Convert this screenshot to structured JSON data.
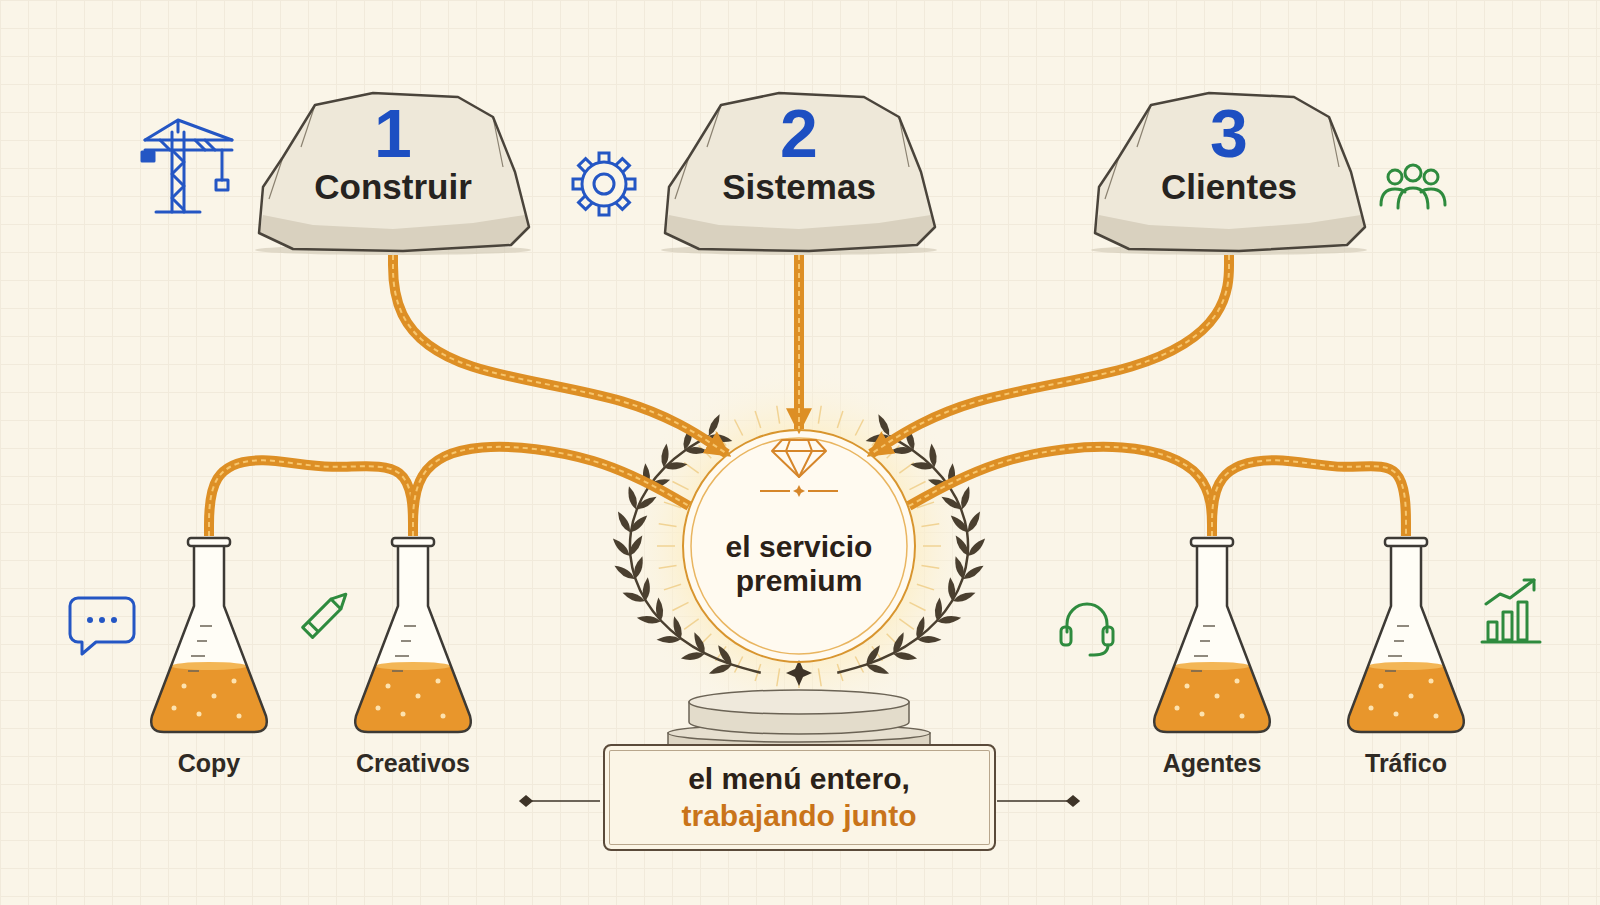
{
  "diagram": {
    "nodes": [
      {
        "text": [
          "1",
          "Construir"
        ]
      },
      {
        "text": [
          "2",
          "Sistemas"
        ]
      },
      {
        "text": [
          "3",
          "Clientes"
        ]
      },
      {
        "text": [
          "el servicio premium"
        ]
      },
      {
        "text": [
          "Copy"
        ]
      },
      {
        "text": [
          "Creativos"
        ]
      },
      {
        "text": [
          "Agentes"
        ]
      },
      {
        "text": [
          "Tráfico"
        ]
      },
      {
        "text": [
          "el menú entero,",
          "trabajando junto"
        ]
      }
    ],
    "edges": [
      {
        "from": 0,
        "to": 3,
        "arrow": "to"
      },
      {
        "from": 1,
        "to": 3,
        "arrow": "to"
      },
      {
        "from": 2,
        "to": 3,
        "arrow": "to"
      },
      {
        "from": 4,
        "to": 5,
        "arrow": "none"
      },
      {
        "from": 5,
        "to": 3,
        "arrow": "none"
      },
      {
        "from": 3,
        "to": 6,
        "arrow": "none"
      },
      {
        "from": 6,
        "to": 7,
        "arrow": "none"
      }
    ]
  }
}
